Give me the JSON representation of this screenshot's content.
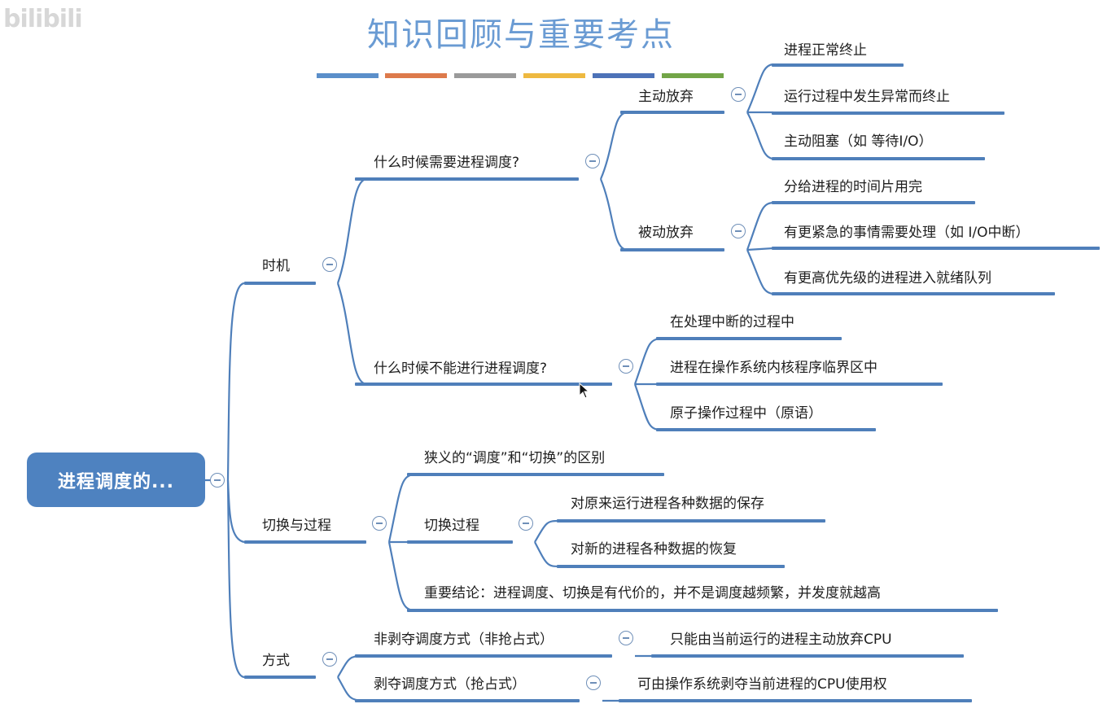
{
  "watermark": "bilibili",
  "title": "知识回顾与重要考点",
  "title_bar_colors": [
    "#5b8fca",
    "#dd7a4b",
    "#9a9a9a",
    "#eeb940",
    "#4d72b8",
    "#72a547"
  ],
  "root": "进程调度的...",
  "branches": {
    "timing": {
      "label": "时机",
      "when_needed": {
        "label": "什么时候需要进程调度?",
        "active": {
          "label": "主动放弃",
          "items": [
            "进程正常终止",
            "运行过程中发生异常而终止",
            "主动阻塞（如 等待I/O）"
          ]
        },
        "passive": {
          "label": "被动放弃",
          "items": [
            "分给进程的时间片用完",
            "有更紧急的事情需要处理（如 I/O中断）",
            "有更高优先级的进程进入就绪队列"
          ]
        }
      },
      "when_not": {
        "label": "什么时候不能进行进程调度?",
        "items": [
          "在处理中断的过程中",
          "进程在操作系统内核程序临界区中",
          "原子操作过程中（原语）"
        ]
      }
    },
    "switching": {
      "label": "切换与过程",
      "difference": "狭义的“调度”和“切换”的区别",
      "process": {
        "label": "切换过程",
        "items": [
          "对原来运行进程各种数据的保存",
          "对新的进程各种数据的恢复"
        ]
      },
      "conclusion": "重要结论：进程调度、切换是有代价的，并不是调度越频繁，并发度就越高"
    },
    "mode": {
      "label": "方式",
      "non_preemptive": {
        "label": "非剥夺调度方式（非抢占式）",
        "desc": "只能由当前运行的进程主动放弃CPU"
      },
      "preemptive": {
        "label": "剥夺调度方式（抢占式）",
        "desc": "可由操作系统剥夺当前进程的CPU使用权"
      }
    }
  },
  "colors": {
    "line": "#4f7fba",
    "root_bg": "#4e82c0",
    "title": "#6a9bd3"
  }
}
